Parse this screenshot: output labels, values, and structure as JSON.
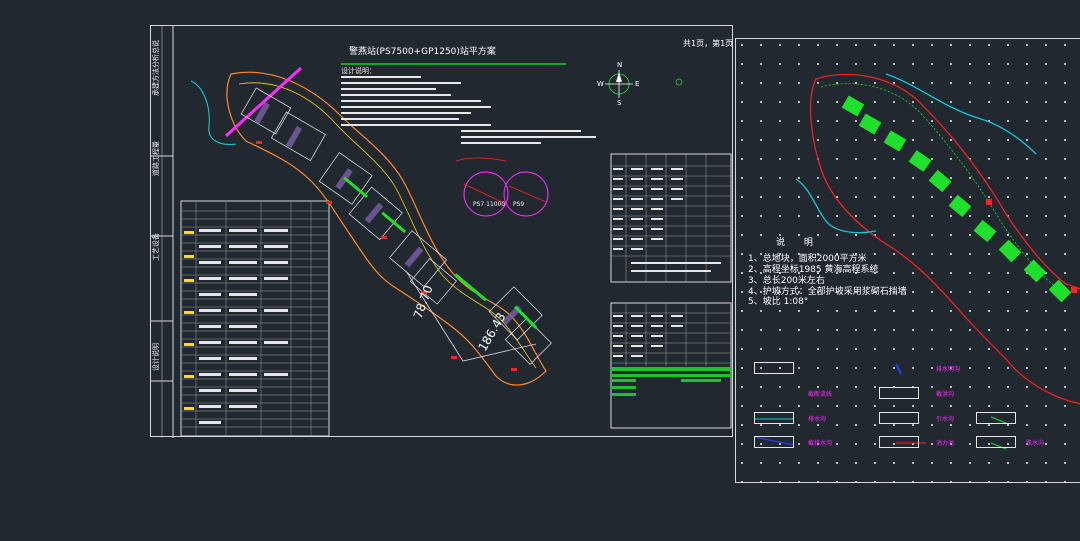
{
  "drawing": {
    "title": "警燕站(PS7500+GP1250)站平方案",
    "sheet_label": "共1页，第1页",
    "left_column_labels": [
      "承建方法分析总说",
      "道路工程量",
      "工艺设备",
      "设计说明"
    ],
    "dimension_labels": [
      "78.70",
      "186.43"
    ],
    "compass": {
      "n": "N",
      "e": "E",
      "s": "S",
      "w": "W"
    },
    "detail_labels": [
      "PS7 11000",
      "PS9"
    ],
    "notes_heading": "设计说明："
  },
  "right_panel": {
    "legend_title": "说 明",
    "legend_items": [
      "1、总地块，面积2000平方米",
      "2、高程坐标1985 黄海高程系统",
      "3、总长200米左右",
      "4、护坡方式：全部护坡采用浆砌石挡墙",
      "5、坡比 1:08°"
    ],
    "symbol_labels": [
      "截断流线",
      "排水沟",
      "截排水沟",
      "排水明沟",
      "截洪沟",
      "引水沟",
      "消力池",
      "跌水沟"
    ]
  },
  "colors": {
    "background": "#212830",
    "cad_line": "#d9d9d9",
    "road_outline": "#ff8a2a",
    "red_boundary": "#ff2020",
    "green_equipment": "#1fe02a",
    "cyan_stream": "#16c8d6",
    "magenta": "#ff2cff",
    "yellow": "#ffe31a"
  }
}
